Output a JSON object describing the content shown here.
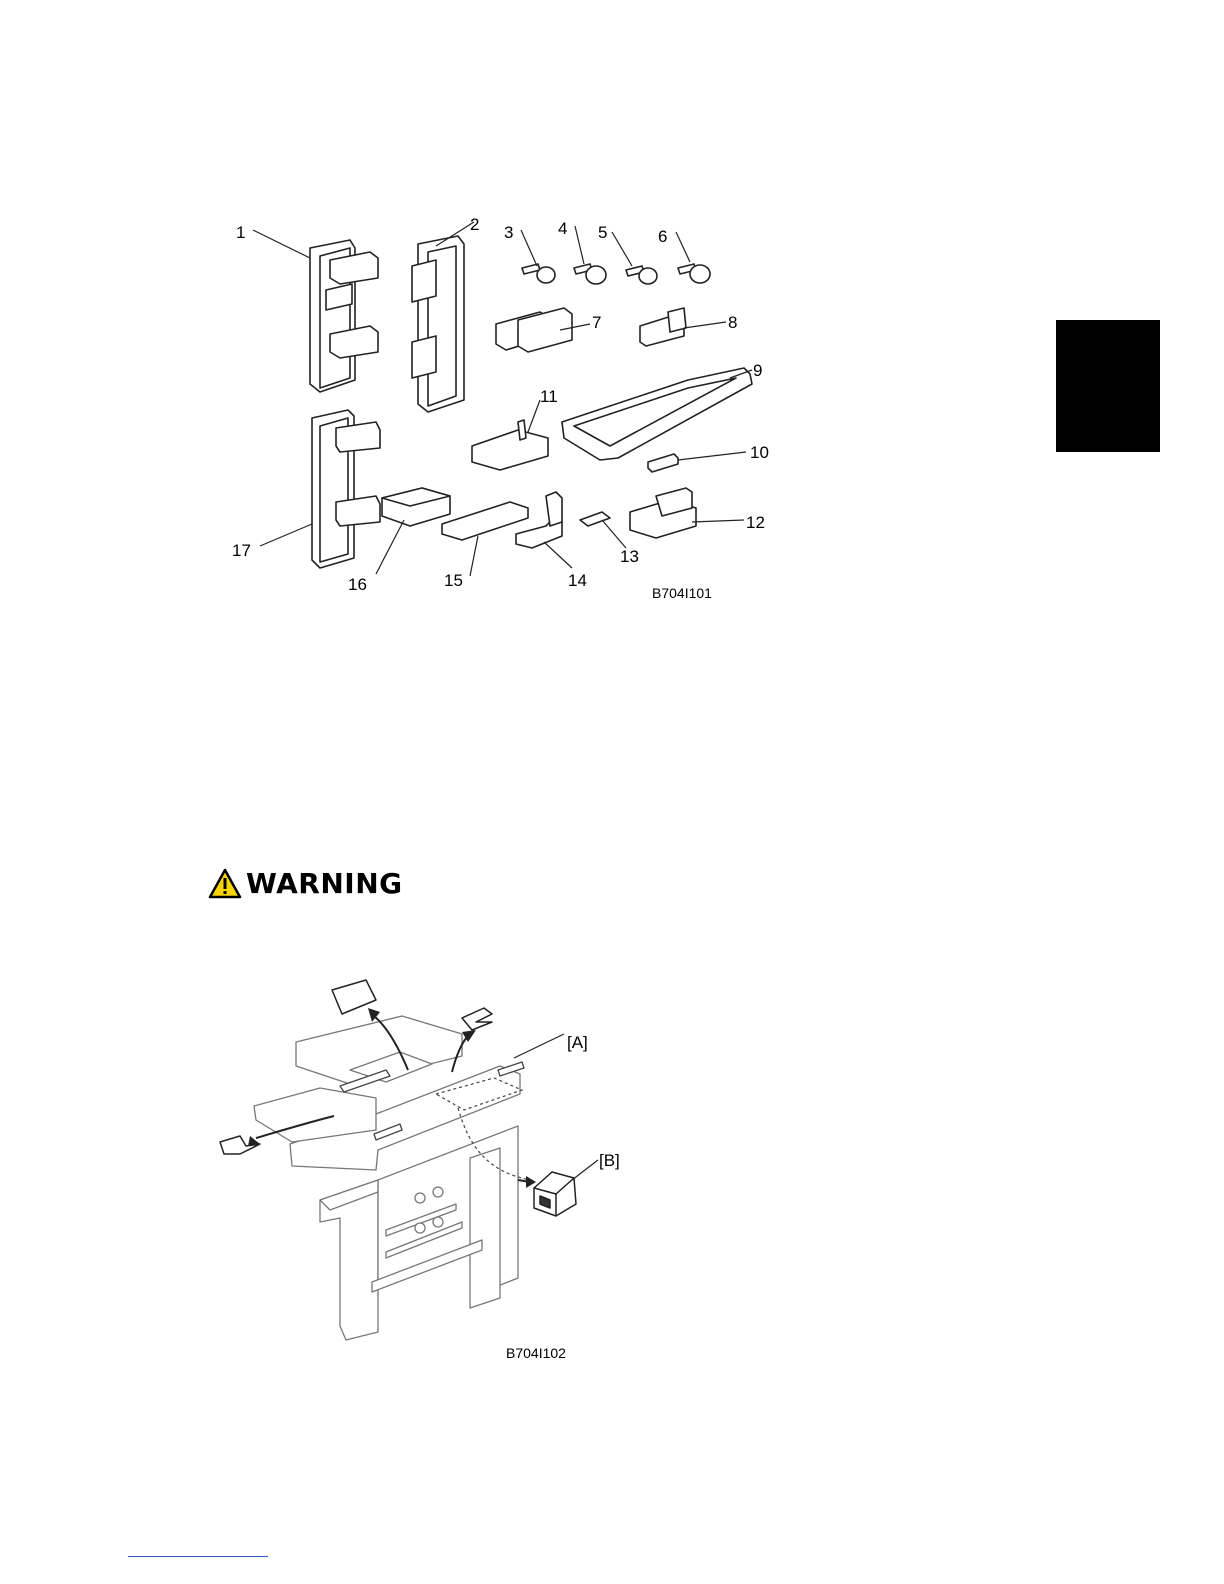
{
  "figure1": {
    "callouts": [
      "1",
      "2",
      "3",
      "4",
      "5",
      "6",
      "7",
      "8",
      "9",
      "10",
      "11",
      "12",
      "13",
      "14",
      "15",
      "16",
      "17"
    ],
    "code": "B704I101"
  },
  "warning": {
    "label": "WARNING"
  },
  "figure2": {
    "callouts": [
      "[A]",
      "[B]"
    ],
    "code": "B704I102"
  }
}
